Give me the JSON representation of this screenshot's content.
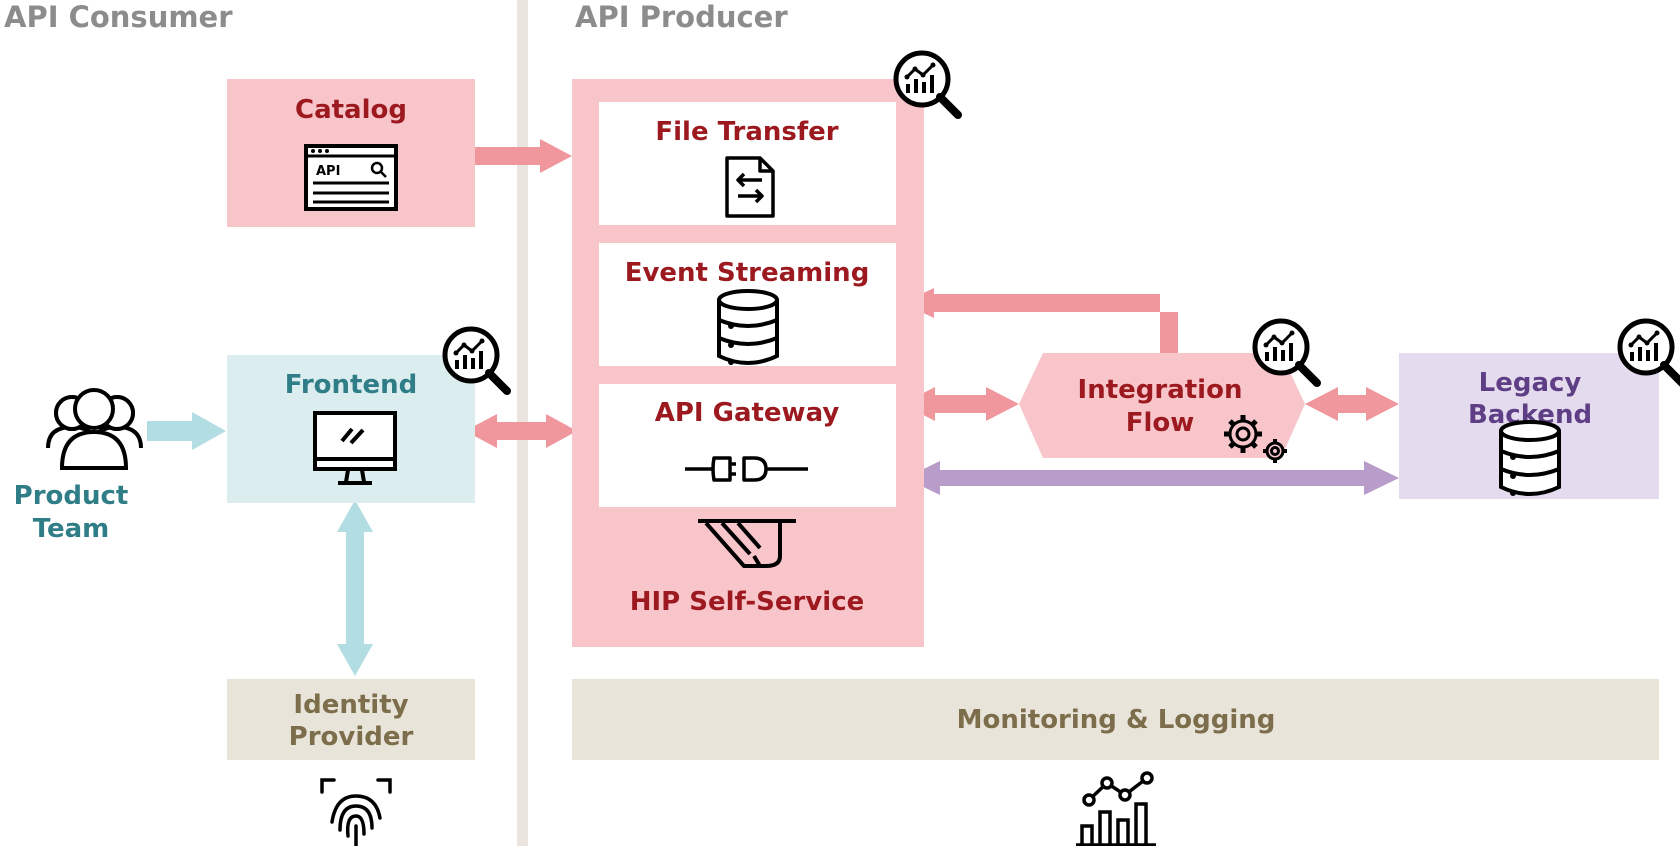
{
  "zones": {
    "consumer_title": "API Consumer",
    "producer_title": "API Producer"
  },
  "nodes": {
    "catalog": {
      "label": "Catalog",
      "icon_text": "API",
      "icon": "api-catalog-icon"
    },
    "product_team": {
      "line1": "Product",
      "line2": "Team",
      "icon": "people-icon"
    },
    "frontend": {
      "label": "Frontend",
      "icon": "monitor-icon"
    },
    "identity_provider": {
      "line1": "Identity",
      "line2": "Provider",
      "icon": "fingerprint-icon"
    },
    "file_transfer": {
      "label": "File Transfer",
      "icon": "file-transfer-icon"
    },
    "event_streaming": {
      "label": "Event Streaming",
      "icon": "database-icon"
    },
    "api_gateway": {
      "label": "API Gateway",
      "icon": "plug-icon"
    },
    "hip_self_service": {
      "label": "HIP Self-Service",
      "icon": "hand-icon"
    },
    "integration_flow": {
      "line1": "Integration",
      "line2": "Flow",
      "icon": "gears-icon"
    },
    "legacy_backend": {
      "line1": "Legacy",
      "line2": "Backend",
      "icon": "database-icon"
    },
    "monitoring_logging": {
      "label": "Monitoring & Logging",
      "icon": "analytics-chart-icon"
    }
  },
  "colors": {
    "zone_title": "#8c8c8c",
    "divider": "#eae6df",
    "pink_fill": "#f8c6ca",
    "pink_text": "#9c1a1f",
    "pink_arrow": "#f0979d",
    "blue_fill": "#dcedf0",
    "blue_text": "#2f7d86",
    "blue_arrow": "#b1dde3",
    "purple_fill": "#e4dbee",
    "purple_text": "#5e3f86",
    "purple_arrow": "#b89cc9",
    "beige_fill": "#e9e4d9",
    "beige_text": "#7c6d4b"
  }
}
